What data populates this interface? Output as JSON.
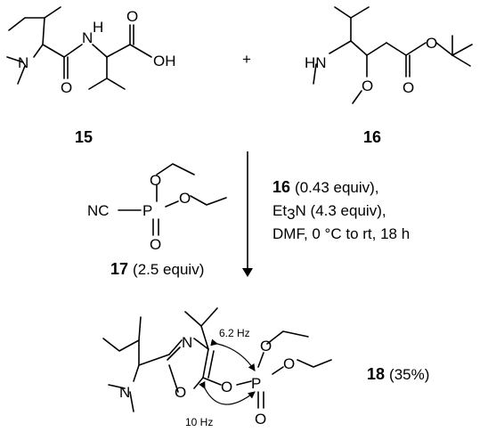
{
  "compound_15": {
    "number": "15",
    "atoms": {
      "n_amine": "N",
      "n_amide": "N",
      "h_amide": "H",
      "o_carbonyl": "O",
      "o_acid": "O",
      "oh": "OH"
    }
  },
  "plus_sign": "+",
  "compound_16": {
    "number": "16",
    "atoms": {
      "hn": "HN",
      "o_methoxy": "O",
      "o_ester": "O",
      "o_carbonyl": "O"
    }
  },
  "reagent_17": {
    "atoms": {
      "nc": "NC",
      "p": "P",
      "o1": "O",
      "o2": "O",
      "o3": "O"
    },
    "number": "17",
    "amount": "(2.5 equiv)"
  },
  "conditions": {
    "line1_cmpd": "16",
    "line1_rest": "(0.43 equiv),",
    "line2_a": "Et",
    "line2_sub": "3",
    "line2_b": "N (4.3 equiv),",
    "line3": "DMF, 0 °C to rt, 18 h"
  },
  "product_18": {
    "atoms": {
      "n_ring": "N",
      "o_ring": "O",
      "n_dimethyl": "N",
      "o_link": "O",
      "p": "P",
      "o_up": "O",
      "o_right": "O",
      "o_double": "O"
    },
    "coupling_upper": "6.2 Hz",
    "coupling_lower": "10 Hz",
    "number": "18",
    "yield": "(35%)"
  }
}
